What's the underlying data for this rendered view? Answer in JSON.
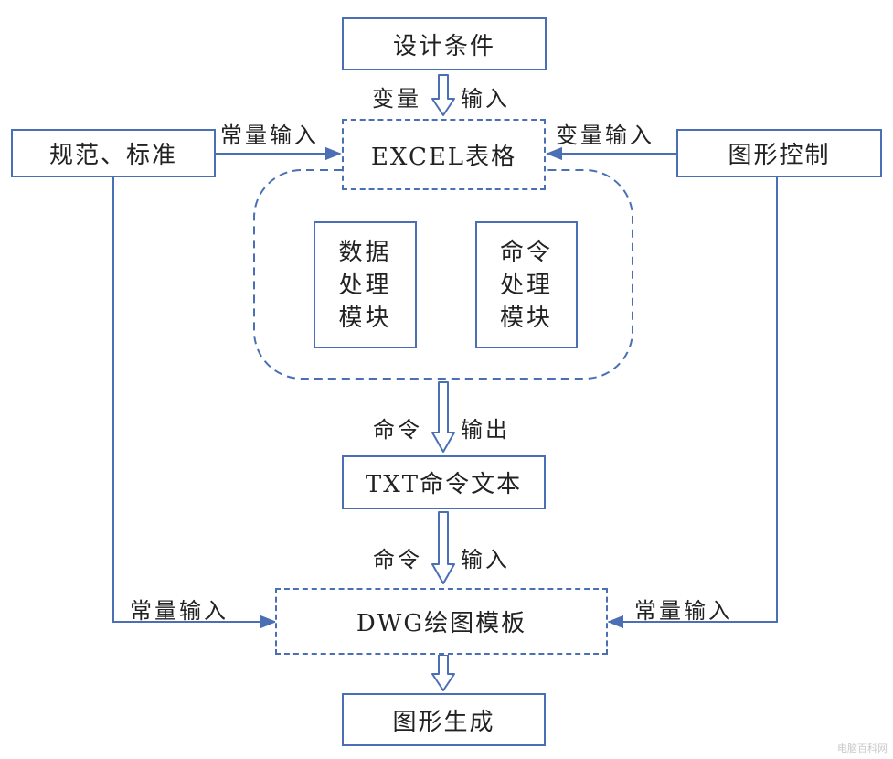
{
  "boxes": {
    "design_conditions": "设计条件",
    "excel_table": "EXCEL表格",
    "standards": "规范、标准",
    "graphic_control": "图形控制",
    "data_module": [
      "数据",
      "处理",
      "模块"
    ],
    "command_module": [
      "命令",
      "处理",
      "模块"
    ],
    "txt_text": "TXT命令文本",
    "dwg_template": "DWG绘图模板",
    "graphic_generation": "图形生成"
  },
  "labels": {
    "var_left": "变量",
    "input_right": "输入",
    "const_input_top_left": "常量输入",
    "var_input_top_right": "变量输入",
    "cmd_left_1": "命令",
    "output_right": "输出",
    "cmd_left_2": "命令",
    "input_right_2": "输入",
    "const_input_bottom_left": "常量输入",
    "const_input_bottom_right": "常量输入"
  },
  "watermark": "电脑百科网"
}
